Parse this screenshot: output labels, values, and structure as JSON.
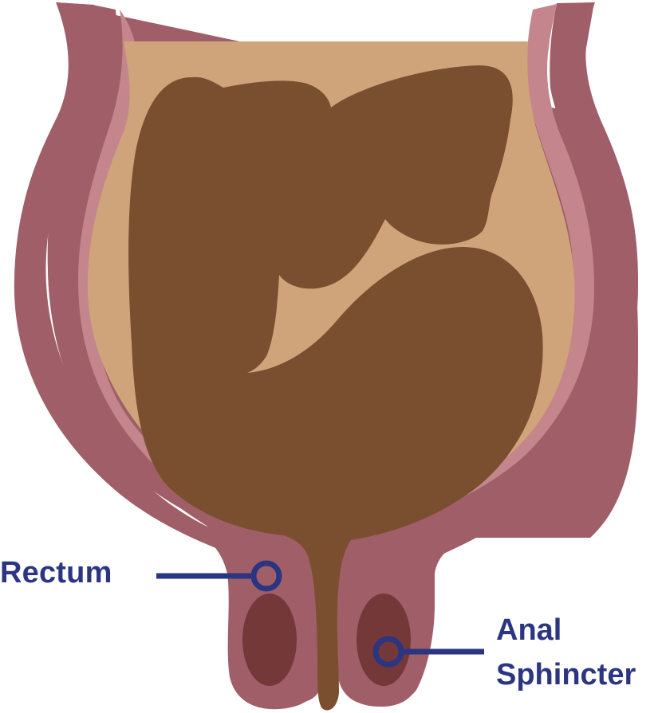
{
  "labels": {
    "rectum": "Rectum",
    "anal_line1": "Anal",
    "anal_line2": "Sphincter"
  },
  "colors": {
    "outer_wall": "#a05f68",
    "inner_wall": "#c4868c",
    "lumen": "#d0a47a",
    "stool": "#7a4f2f",
    "sphincter": "#743839",
    "annotation": "#2b3582"
  }
}
